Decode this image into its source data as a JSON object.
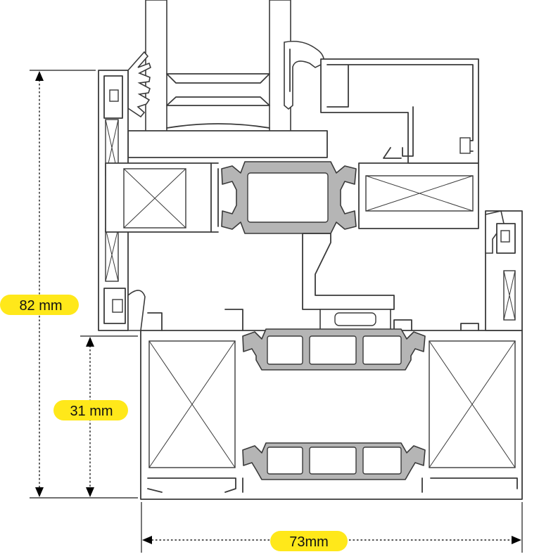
{
  "dimensions": {
    "height_total": {
      "label": "82 mm",
      "value": 82,
      "unit": "mm"
    },
    "height_inner": {
      "label": "31 mm",
      "value": 31,
      "unit": "mm"
    },
    "width_total": {
      "label": "73mm",
      "value": 73,
      "unit": "mm"
    }
  },
  "colors": {
    "label_highlight": "#ffe81a",
    "thermal_break": "#b5b5b5",
    "outline": "#3a3a3a"
  }
}
